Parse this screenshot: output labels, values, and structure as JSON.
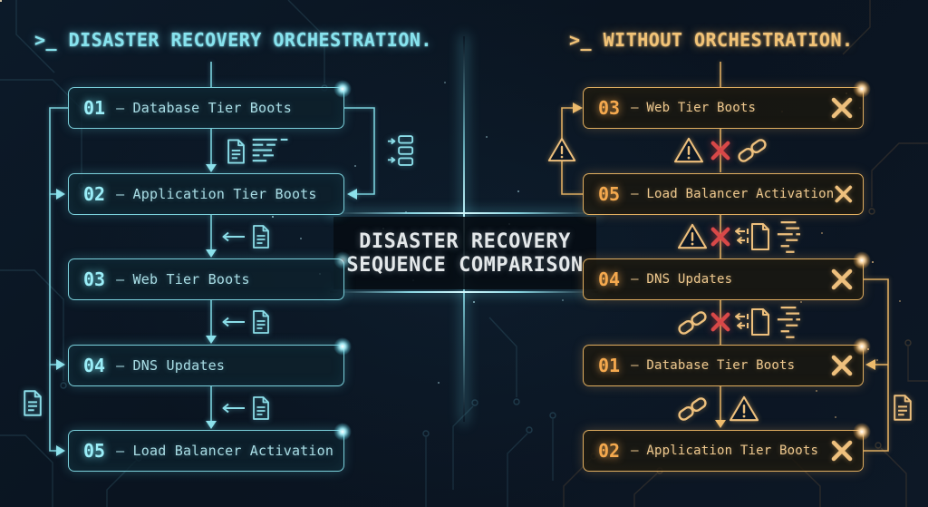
{
  "palette": {
    "background": "#0b1522",
    "accent_cyan": "#7fd9e3",
    "accent_cyan_bright": "#9beef8",
    "accent_amber": "#e9b465",
    "accent_amber_bright": "#f5a94e",
    "fail_red": "#d84848",
    "center_text": "#e4e8ea"
  },
  "left_panel": {
    "title": ">_ DISASTER RECOVERY ORCHESTRATION.",
    "steps": [
      {
        "num": "01",
        "label": "— Database Tier Boots"
      },
      {
        "num": "02",
        "label": "— Application Tier Boots"
      },
      {
        "num": "03",
        "label": "— Web Tier Boots"
      },
      {
        "num": "04",
        "label": "— DNS Updates"
      },
      {
        "num": "05",
        "label": "— Load Balancer Activation"
      }
    ]
  },
  "right_panel": {
    "title": ">_ WITHOUT ORCHESTRATION.",
    "steps": [
      {
        "num": "03",
        "label": "— Web Tier Boots",
        "status": "failed"
      },
      {
        "num": "05",
        "label": "— Load Balancer Activation",
        "status": "failed"
      },
      {
        "num": "04",
        "label": "— DNS Updates",
        "status": "failed"
      },
      {
        "num": "01",
        "label": "— Database Tier Boots",
        "status": "failed"
      },
      {
        "num": "02",
        "label": "— Application Tier Boots",
        "status": "failed"
      }
    ]
  },
  "center": {
    "line1": "DISASTER RECOVERY",
    "line2": "SEQUENCE COMPARISON"
  },
  "icons": {
    "terminal-prompt": ">_",
    "document-icon": "document outline with folded corner",
    "log-lines-icon": "ordered text lines",
    "jumbled-log-icon": "misaligned text lines",
    "sequence-queue-icon": "arrows feeding stacked bars",
    "arrow-left-icon": "←",
    "arrow-down-icon": "↓",
    "warning-triangle-icon": "⚠",
    "error-x-icon": "✕ (red)",
    "failed-x-icon": "✕ (amber, in box)",
    "chain-link-icon": "chain links",
    "doc-transfer-icon": "document with outbound arrows"
  }
}
